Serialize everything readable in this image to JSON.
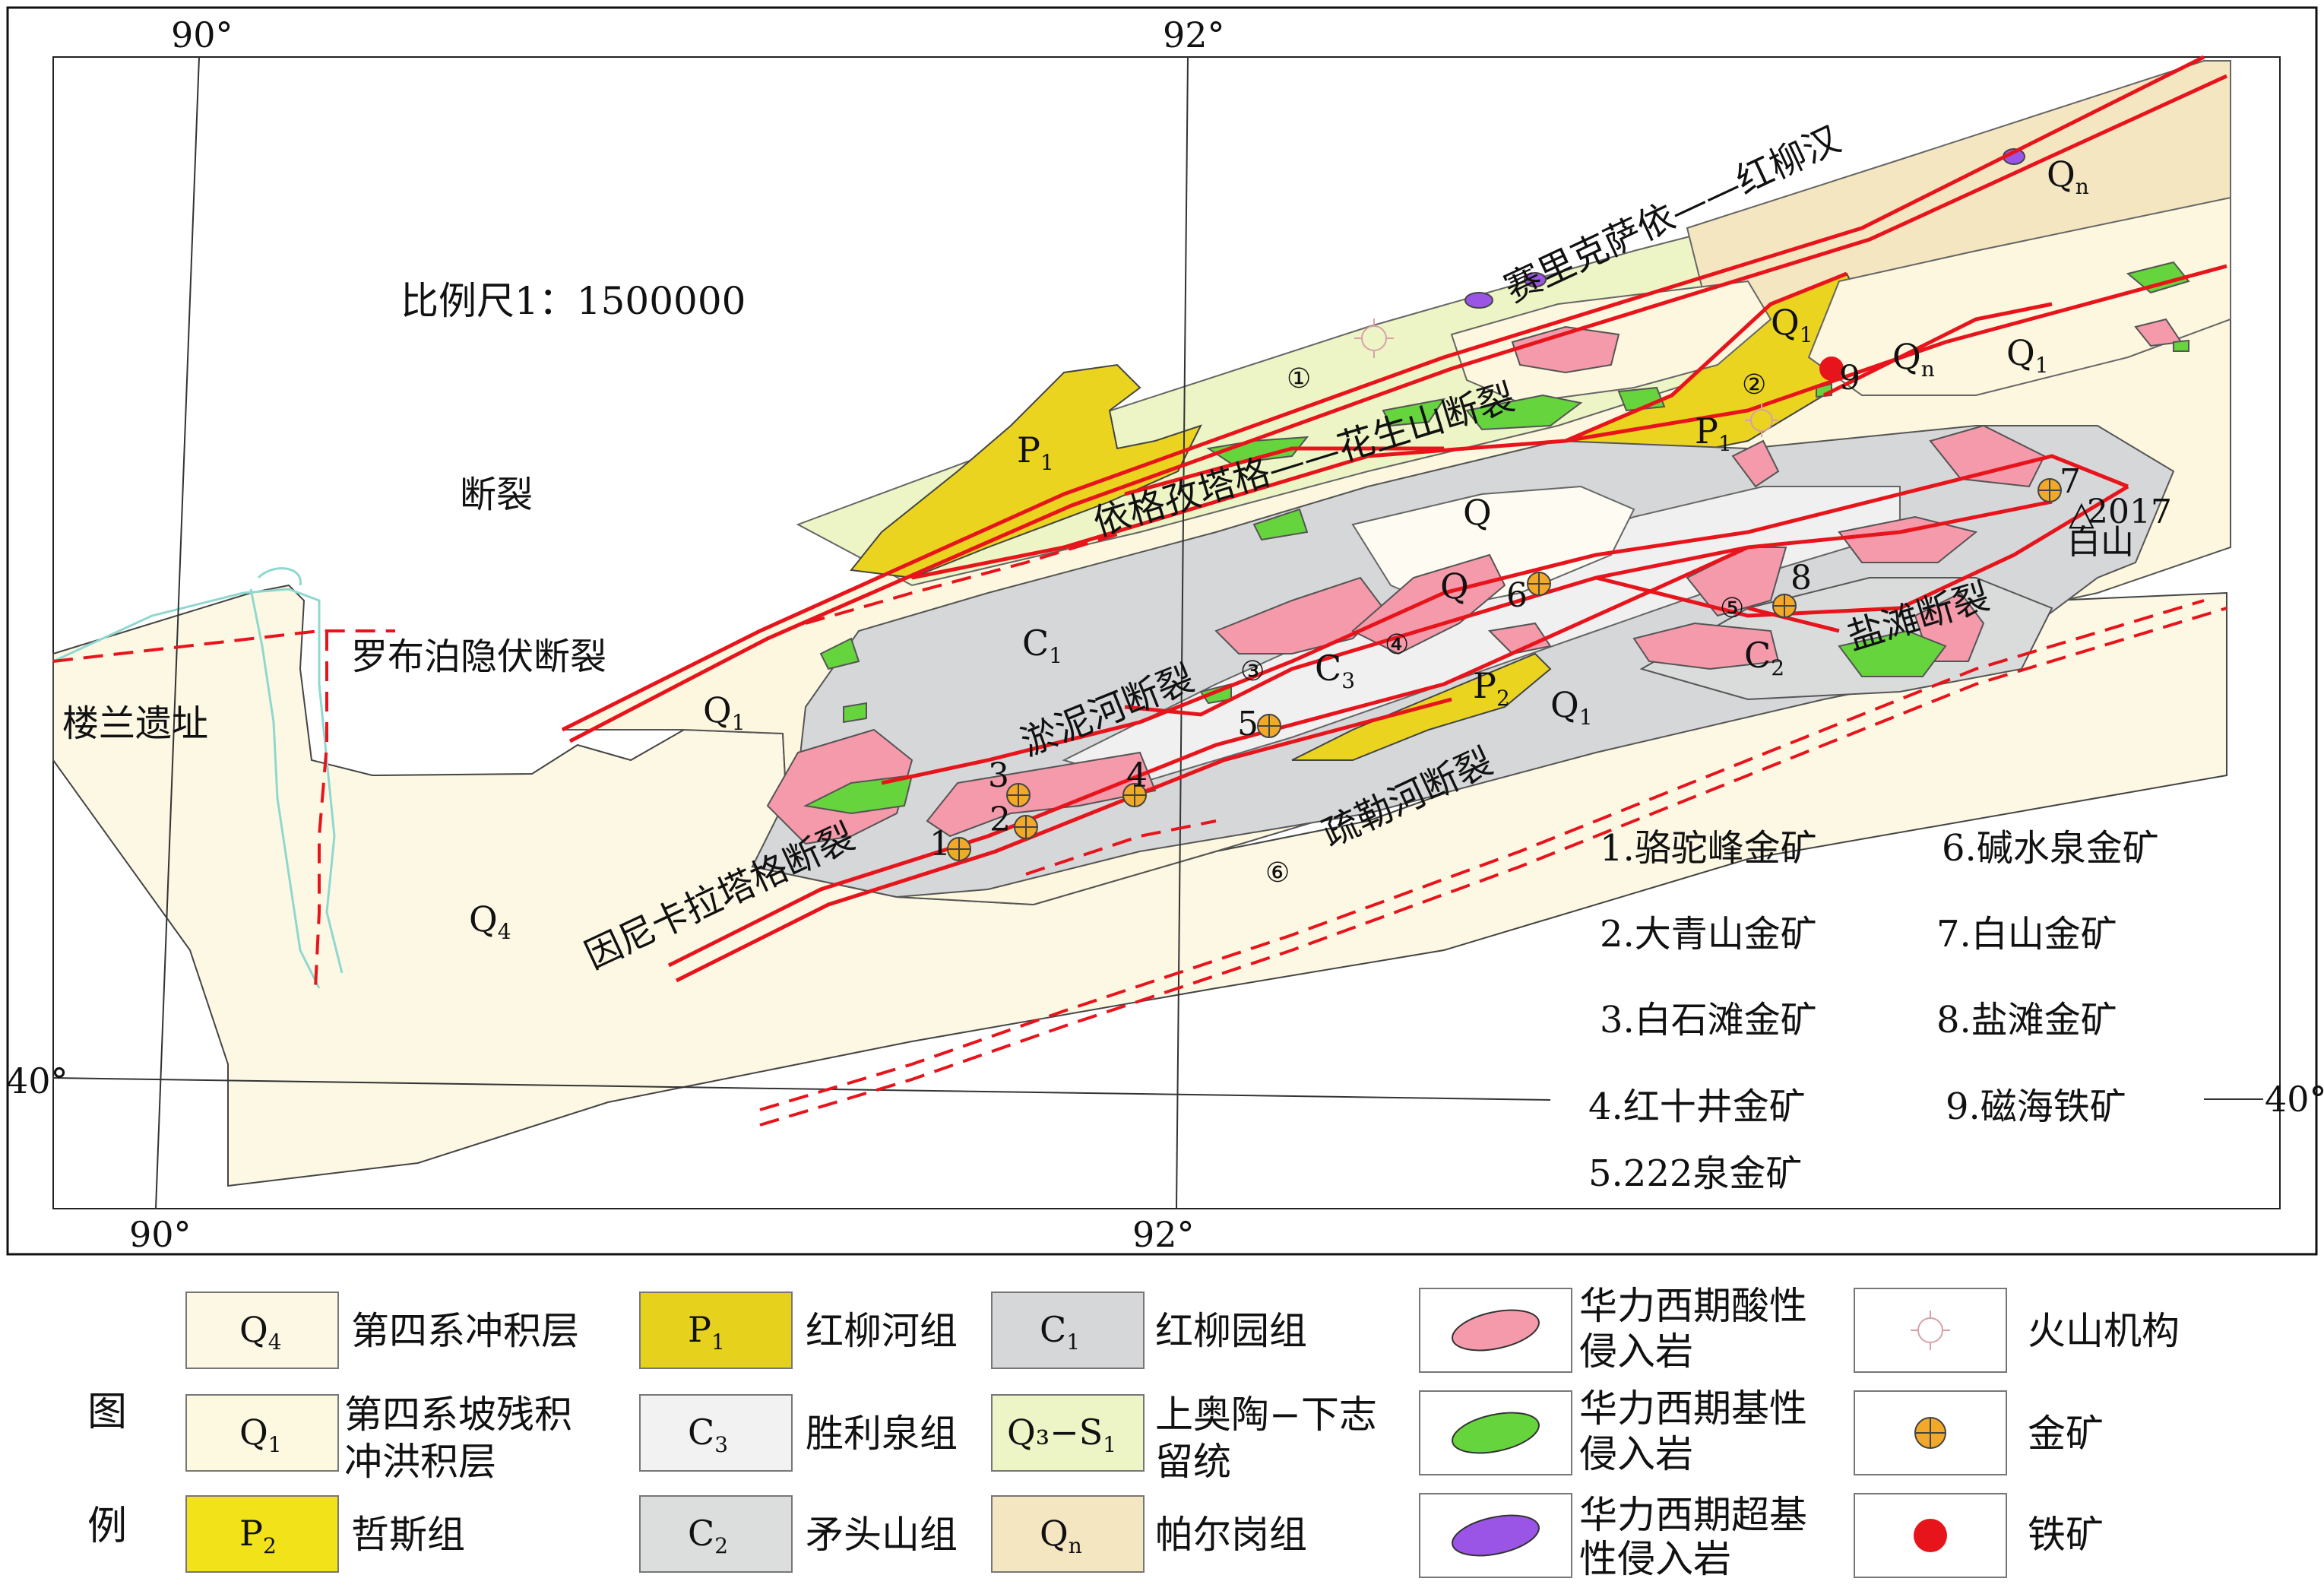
{
  "scale_text": "比例尺1：1500000",
  "coords": {
    "top_left": "90°",
    "top_mid": "92°",
    "bottom_left": "90°",
    "bottom_mid": "92°",
    "left_40": "40°",
    "right_40": "40°"
  },
  "place_labels": {
    "duanlie": "断裂",
    "loulan": "楼兰遗址",
    "lop_fault": "罗布泊隐伏断裂",
    "saili_fault": "赛里克萨依——红柳汉",
    "yige_fault": "依格孜塔格——花生山断裂",
    "yuni_fault": "淤泥河断裂",
    "yinni_fault": "因尼卡拉塔格断裂",
    "shule_fault": "疏勒河断裂",
    "yantan_fault": "盐滩断裂",
    "baishan": "白山",
    "elev": "2017",
    "peak_mark": "△"
  },
  "unit_labels": {
    "Q": "Q",
    "Q1": "Q",
    "Q1_sub": "1",
    "Q4": "Q",
    "Q4_sub": "4",
    "Qn": "Q",
    "Qn_sub": "n",
    "P1": "P",
    "P1_sub": "1",
    "P2": "P",
    "P2_sub": "2",
    "C1": "C",
    "C1_sub": "1",
    "C2": "C",
    "C2_sub": "2",
    "C3": "C",
    "C3_sub": "3"
  },
  "fault_numbers": [
    "①",
    "②",
    "③",
    "④",
    "⑤",
    "⑥"
  ],
  "mine_numbers": [
    "1",
    "2",
    "3",
    "4",
    "5",
    "6",
    "7",
    "8",
    "9"
  ],
  "mine_list": [
    "1.骆驼峰金矿",
    "2.大青山金矿",
    "3.白石滩金矿",
    "4.红十井金矿",
    "5.222泉金矿",
    "6.碱水泉金矿",
    "7.白山金矿",
    "8.盐滩金矿",
    "9.磁海铁矿"
  ],
  "legend": {
    "side_title_1": "图",
    "side_title_2": "例",
    "items": [
      {
        "code": "Q",
        "sub": "4",
        "text1": "第四系冲积层",
        "text2": "",
        "color": "#fdf8e4"
      },
      {
        "code": "Q",
        "sub": "1",
        "text1": "第四系坡残积",
        "text2": "冲洪积层",
        "color": "#fdf8e0"
      },
      {
        "code": "P",
        "sub": "2",
        "text1": "哲斯组",
        "text2": "",
        "color": "#f2e21a"
      },
      {
        "code": "P",
        "sub": "1",
        "text1": "红柳河组",
        "text2": "",
        "color": "#e6d21c"
      },
      {
        "code": "C",
        "sub": "3",
        "text1": "胜利泉组",
        "text2": "",
        "color": "#f2f2f2"
      },
      {
        "code": "C",
        "sub": "2",
        "text1": "矛头山组",
        "text2": "",
        "color": "#dcdede"
      },
      {
        "code": "C",
        "sub": "1",
        "text1": "红柳园组",
        "text2": "",
        "color": "#d6d7d8"
      },
      {
        "code": "Q₃−S",
        "sub": "1",
        "text1": "上奥陶−下志",
        "text2": "留统",
        "color": "#edf5c6"
      },
      {
        "code": "Q",
        "sub": "n",
        "text1": "帕尔岗组",
        "text2": "",
        "color": "#f5e6c2"
      },
      {
        "code": "",
        "sub": "",
        "text1": "华力西期酸性",
        "text2": "侵入岩",
        "color": "#f49aaa"
      },
      {
        "code": "",
        "sub": "",
        "text1": "华力西期基性",
        "text2": "侵入岩",
        "color": "#66d43c"
      },
      {
        "code": "",
        "sub": "",
        "text1": "华力西期超基",
        "text2": "性侵入岩",
        "color": "#9b55e6"
      },
      {
        "code": "",
        "sub": "",
        "text1": "火山机构",
        "text2": "",
        "color": "#d9a0a8"
      },
      {
        "code": "",
        "sub": "",
        "text1": "金矿",
        "text2": "",
        "color": "#f3a928"
      },
      {
        "code": "",
        "sub": "",
        "text1": "铁矿",
        "text2": "",
        "color": "#e8141c"
      }
    ]
  },
  "colors": {
    "Q4": "#fdf8e4",
    "Q1": "#fcf7de",
    "Q": "#fefcf2",
    "Qn": "#f5e6c2",
    "P": "#ead41f",
    "C1": "#d6d7d8",
    "C3": "#f0f0f0",
    "C2": "#dadcdc",
    "Q3S1": "#edf5c6",
    "acid": "#f49aaa",
    "basic": "#66d43c",
    "ultrabasic": "#9b55e6",
    "fault": "#e8141c",
    "gold": "#f3a928",
    "iron": "#e8141c",
    "river": "#8fd8cf"
  }
}
